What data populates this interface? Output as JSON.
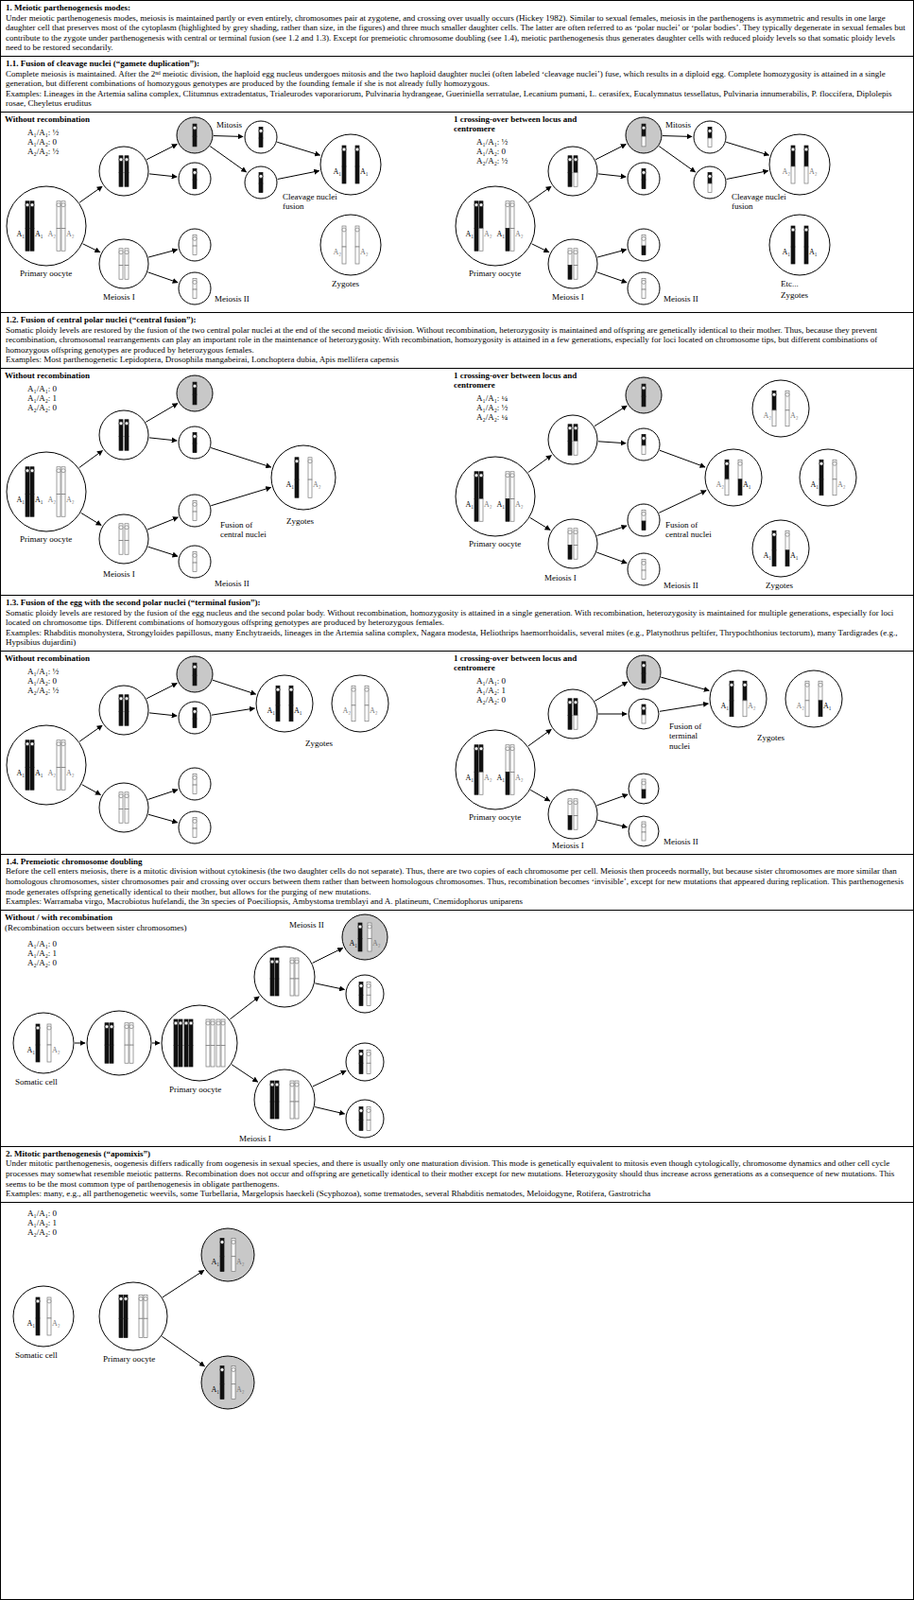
{
  "diagram": {
    "nodes": [
      {
        "text": [
          "1. Meiotic parthenogenesis modes:",
          "Under meiotic parthenogenesis modes, meiosis is maintained partly or even entirely, chromosomes pair at zygotene, and crossing over usually occurs (Hickey 1982). Similar to sexual females, meiosis in the parthenogens is asymmetric and results in one large daughter cell that preserves most of the cytoplasm (highlighted by grey shading, rather than size, in the figures) and three much smaller daughter cells. The latter are often referred to as ‘polar nuclei’ or ‘polar bodies’. They typically degenerate in sexual females but contribute to the zygote under parthenogenesis with central or terminal fusion (see 1.2 and 1.3). Except for premeiotic chromosome doubling (see 1.4), meiotic parthenogenesis thus generates daughter cells with reduced ploidy levels so that somatic ploidy levels need to be restored secondarily."
        ]
      },
      {
        "text": [
          "1.1. Fusion of cleavage nuclei (“gamete duplication”):",
          "Complete meiosis is maintained. After the 2ⁿᵈ meiotic division, the haploid egg nucleus undergoes mitosis and the two haploid daughter nuclei (often labeled ‘cleavage nuclei’) fuse, which results in a diploid egg. Complete homozygosity is attained in a single generation, but different combinations of homozygous genotypes are produced by the founding female if she is not already fully homozygous.",
          "Examples: Lineages in the Artemia salina complex, Clitumnus extradentatus, Trialeurodes vaporariorum, Pulvinaria hydrangeae, Gueriniella serratulae, Lecanium pumani, L. cerasifex, Eucalymnatus tessellatus, Pulvinaria innumerabilis, P. floccifera, Diplolepis rosae, Cheyletus eruditus"
        ]
      },
      {
        "text": [
          "Without recombination",
          "A₁/A₁: ½",
          "A₁/A₂: 0",
          "A₂/A₂: ½",
          "Primary oocyte",
          "Meiosis I",
          "Meiosis II",
          "Mitosis",
          "Cleavage nuclei fusion",
          "Zygotes",
          "A₁",
          "A₁",
          "A₂",
          "A₂",
          "A₁",
          "A₁",
          "A₂",
          "A₂"
        ]
      },
      {
        "text": [
          "1 crossing-over between locus and centromere",
          "A₁/A₁: ½",
          "A₁/A₂: 0",
          "A₂/A₂: ½",
          "Primary oocyte",
          "Meiosis I",
          "Meiosis II",
          "Mitosis",
          "Cleavage nuclei fusion",
          "Etc...",
          "Zygotes",
          "A₁",
          "A₂",
          "A₁",
          "A₂",
          "A₂",
          "A₂",
          "A₁",
          "A₁"
        ]
      },
      {
        "text": [
          "1.2. Fusion of central polar nuclei (“central fusion”):",
          "Somatic ploidy levels are restored by the fusion of the two central polar nuclei at the end of the second meiotic division. Without recombination, heterozygosity is maintained and offspring are genetically identical to their mother. Thus, because they prevent recombination, chromosomal rearrangements can play an important role in the maintenance of heterozygosity. With recombination, homozygosity is attained in a few generations, especially for loci located on chromosome tips, but different combinations of homozygous offspring genotypes are produced by heterozygous females.",
          "Examples: Most parthenogenetic Lepidoptera, Drosophila mangabeirai, Lonchoptera dubia, Apis mellifera capensis"
        ]
      },
      {
        "text": [
          "Without recombination",
          "A₁/A₁: 0",
          "A₁/A₂: 1",
          "A₂/A₂: 0",
          "Primary oocyte",
          "Meiosis I",
          "Meiosis II",
          "Fusion of central nuclei",
          "Zygotes",
          "A₁",
          "A₁",
          "A₂",
          "A₂",
          "A₁",
          "A₂"
        ]
      },
      {
        "text": [
          "1 crossing-over between locus and centromere",
          "A₁/A₁: ¼",
          "A₁/A₂: ½",
          "A₂/A₂: ¼",
          "Primary oocyte",
          "Meiosis I",
          "Meiosis II",
          "Fusion of central nuclei",
          "Zygotes",
          "A₁",
          "A₂",
          "A₁",
          "A₂",
          "A₂",
          "A₂",
          "A₂",
          "A₁",
          "A₁",
          "A₂",
          "A₁",
          "A₁"
        ]
      },
      {
        "text": [
          "1.3. Fusion of the egg with the second polar nuclei (“terminal fusion”):",
          "Somatic ploidy levels are restored by the fusion of the egg nucleus and the second polar body. Without recombination, homozygosity is attained in a single generation. With recombination, heterozygosity is maintained for multiple generations, especially for loci located on chromosome tips. Different combinations of homozygous offspring genotypes are produced by heterozygous females.",
          "Examples: Rhabditis monohystera, Strongyloides papillosus, many Enchytraeids, lineages in the Artemia salina complex, Nagara modesta, Heliothrips haemorrhoidalis, several mites (e.g., Platynothrus peltifer, Thrypochthonius tectorum), many Tardigrades (e.g., Hypsibius dujardini)"
        ]
      },
      {
        "text": [
          "Without recombination",
          "A₁/A₁: ½",
          "A₁/A₂: 0",
          "A₂/A₂: ½",
          "Zygotes",
          "A₁",
          "A₁",
          "A₂",
          "A₂",
          "A₁",
          "A₁",
          "A₂",
          "A₂"
        ]
      },
      {
        "text": [
          "1 crossing-over between locus and centromere",
          "A₁/A₁: 0",
          "A₁/A₂: 1",
          "A₂/A₂: 0",
          "Primary oocyte",
          "Meiosis I",
          "Meiosis II",
          "Fusion of terminal nuclei",
          "Zygotes",
          "A₁",
          "A₂",
          "A₁",
          "A₂",
          "A₁",
          "A₂",
          "A₂",
          "A₁"
        ]
      },
      {
        "text": [
          "1.4. Premeiotic chromosome doubling",
          "Before the cell enters meiosis, there is a mitotic division without cytokinesis (the two daughter cells do not separate). Thus, there are two copies of each chromosome per cell. Meiosis then proceeds normally, but because sister chromosomes are more similar than homologous chromosomes, sister chromosomes pair and crossing over occurs between them rather than between homologous chromosomes. Thus, recombination becomes ‘invisible’, except for new mutations that appeared during replication. This parthenogenesis mode generates offspring genetically identical to their mother, but allows for the purging of new mutations.",
          "Examples: Warramaba virgo, Macrobiotus hufelandi, the 3n species of Poeciliopsis, Ambystoma tremblayi and A. platineum, Cnemidophorus uniparens"
        ]
      },
      {
        "text": [
          "Without / with recombination",
          "(Recombination occurs between sister chromosomes)",
          "A₁/A₁: 0",
          "A₁/A₂: 1",
          "A₂/A₂: 0",
          "Somatic cell",
          "Primary oocyte",
          "Meiosis I",
          "Meiosis II",
          "A₁",
          "A₂",
          "A₁",
          "A₂"
        ]
      },
      {
        "text": [
          "2. Mitotic parthenogenesis (“apomixis”)",
          "Under mitotic parthenogenesis, oogenesis differs radically from oogenesis in sexual species, and there is usually only one maturation division. This mode is genetically equivalent to mitosis even though cytologically, chromosome dynamics and other cell cycle processes may somewhat resemble meiotic patterns. Recombination does not occur and offspring are genetically identical to their mother except for new mutations. Heterozygosity should thus increase across generations as a consequence of new mutations. This seems to be the most common type of parthenogenesis in obligate parthenogens.",
          "Examples: many, e.g., all parthenogenetic weevils, some Turbellaria, Margelopsis haeckeli (Scyphozoa), some trematodes, several Rhabditis nematodes, Meloidogyne, Rotifera, Gastrotricha"
        ]
      },
      {
        "text": [
          "A₁/A₁: 0",
          "A₁/A₂: 1",
          "A₂/A₂: 0",
          "Somatic cell",
          "Primary oocyte",
          "A₁",
          "A₂",
          "A₁",
          "A₂",
          "A₁",
          "A₂"
        ]
      }
    ]
  }
}
